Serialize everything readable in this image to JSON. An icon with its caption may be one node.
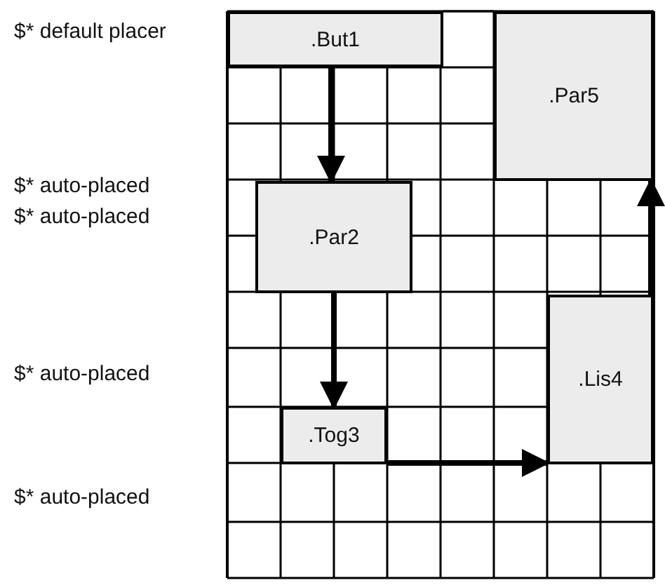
{
  "diagram": {
    "nodes": [
      {
        "text": [
          ".But1"
        ]
      },
      {
        "text": [
          ".Par5"
        ]
      },
      {
        "text": [
          ".Par2"
        ]
      },
      {
        "text": [
          ".Lis4"
        ]
      },
      {
        "text": [
          ".Tog3"
        ]
      }
    ],
    "edges": [
      {
        "from": 0,
        "to": 2,
        "arrow": "to"
      },
      {
        "from": 2,
        "to": 4,
        "arrow": "to"
      },
      {
        "from": 4,
        "to": 3,
        "arrow": "to"
      },
      {
        "from": 3,
        "to": 1,
        "arrow": "to"
      }
    ],
    "labels": [
      "$* default placer",
      "$* auto-placed",
      "$* auto-placed",
      "$* auto-placed",
      "$* auto-placed"
    ]
  }
}
